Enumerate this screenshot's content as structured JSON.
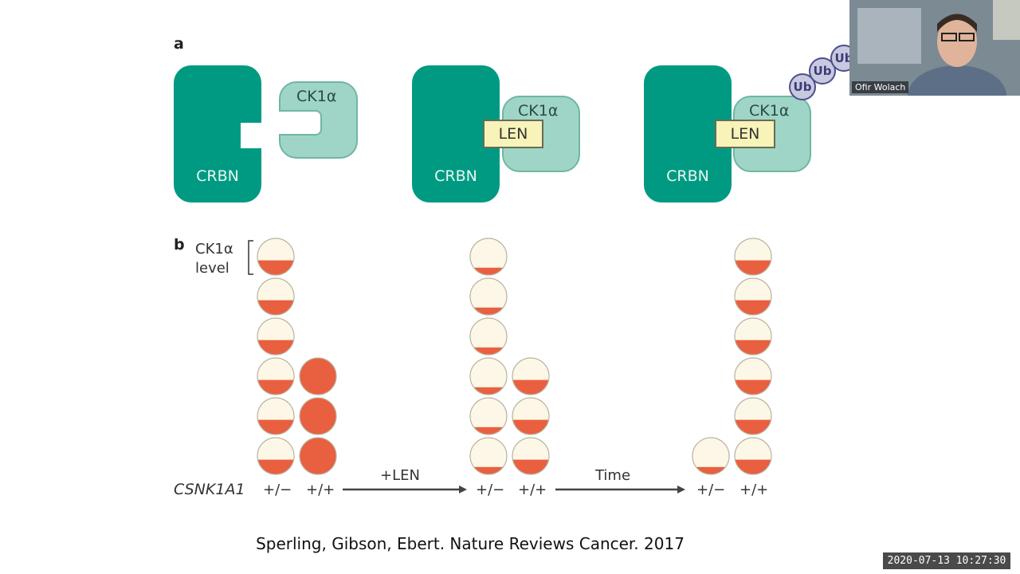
{
  "slide": {
    "panel_a_letter": "a",
    "panel_b_letter": "b",
    "crbn_label": "CRBN",
    "ck1a_label": "CK1α",
    "len_label": "LEN",
    "ub_label": "Ub",
    "legend": {
      "title": "CK1α",
      "subtitle": "level"
    },
    "gene_label": "CSNK1A1",
    "het_label": "+/−",
    "wt_label": "+/+",
    "arrow1_label": "+LEN",
    "arrow2_label": "Time",
    "citation": "Sperling, Gibson, Ebert. Nature Reviews Cancer. 2017"
  },
  "columns": [
    {
      "name": "het-before",
      "count": 6,
      "level": 0.4
    },
    {
      "name": "wt-before",
      "count": 3,
      "level": 1.0
    },
    {
      "name": "het-len",
      "count": 6,
      "level": 0.2
    },
    {
      "name": "wt-len",
      "count": 3,
      "level": 0.4
    },
    {
      "name": "het-time",
      "count": 1,
      "level": 0.2
    },
    {
      "name": "wt-time",
      "count": 6,
      "level": 0.4
    }
  ],
  "colors": {
    "teal": "#009a82",
    "light_teal": "#9fd5c7",
    "len_yellow": "#f7f3b9",
    "red": "#e8603f",
    "cream": "#fcf7e6"
  },
  "video": {
    "participant_name": "Ofir Wolach"
  },
  "overlay": {
    "timestamp": "2020-07-13 10:27:30"
  }
}
